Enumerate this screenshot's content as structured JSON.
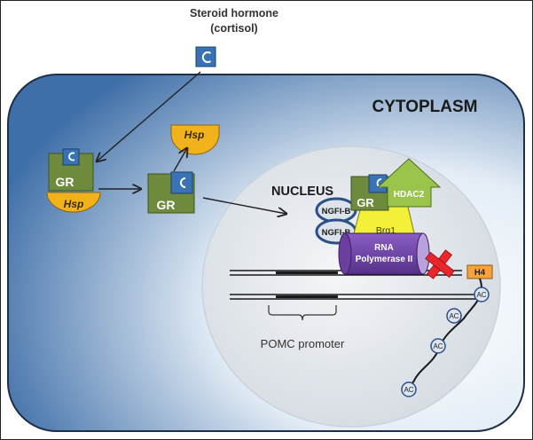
{
  "hormone": {
    "line1": "Steroid hormone",
    "line2": "(cortisol)"
  },
  "cytoplasm_label": "CYTOPLASM",
  "nucleus_label": "NUCLEUS",
  "receptor_label": "GR",
  "hsp_label": "Hsp",
  "ngfi_label": "NGFI-B",
  "hdac_label": "HDAC2",
  "brg_label": "Brg1",
  "polymerase": {
    "line1": "RNA",
    "line2": "Polymerase II"
  },
  "histone_label": "H4",
  "acetyl_label": "AC",
  "promoter_label": "POMC promoter",
  "colors": {
    "cytoplasm_dark": "#3f6fa8",
    "gr_green": "#6e8b3d",
    "hormone_blue": "#3a73b5",
    "hsp_yellow": "#f2b21c",
    "hdac_green": "#9bc44c",
    "brg_yellow": "#f3f03a",
    "pol_purple": "#6b3fa0",
    "cross_red": "#e8262b",
    "h4_orange": "#f7a23a"
  }
}
